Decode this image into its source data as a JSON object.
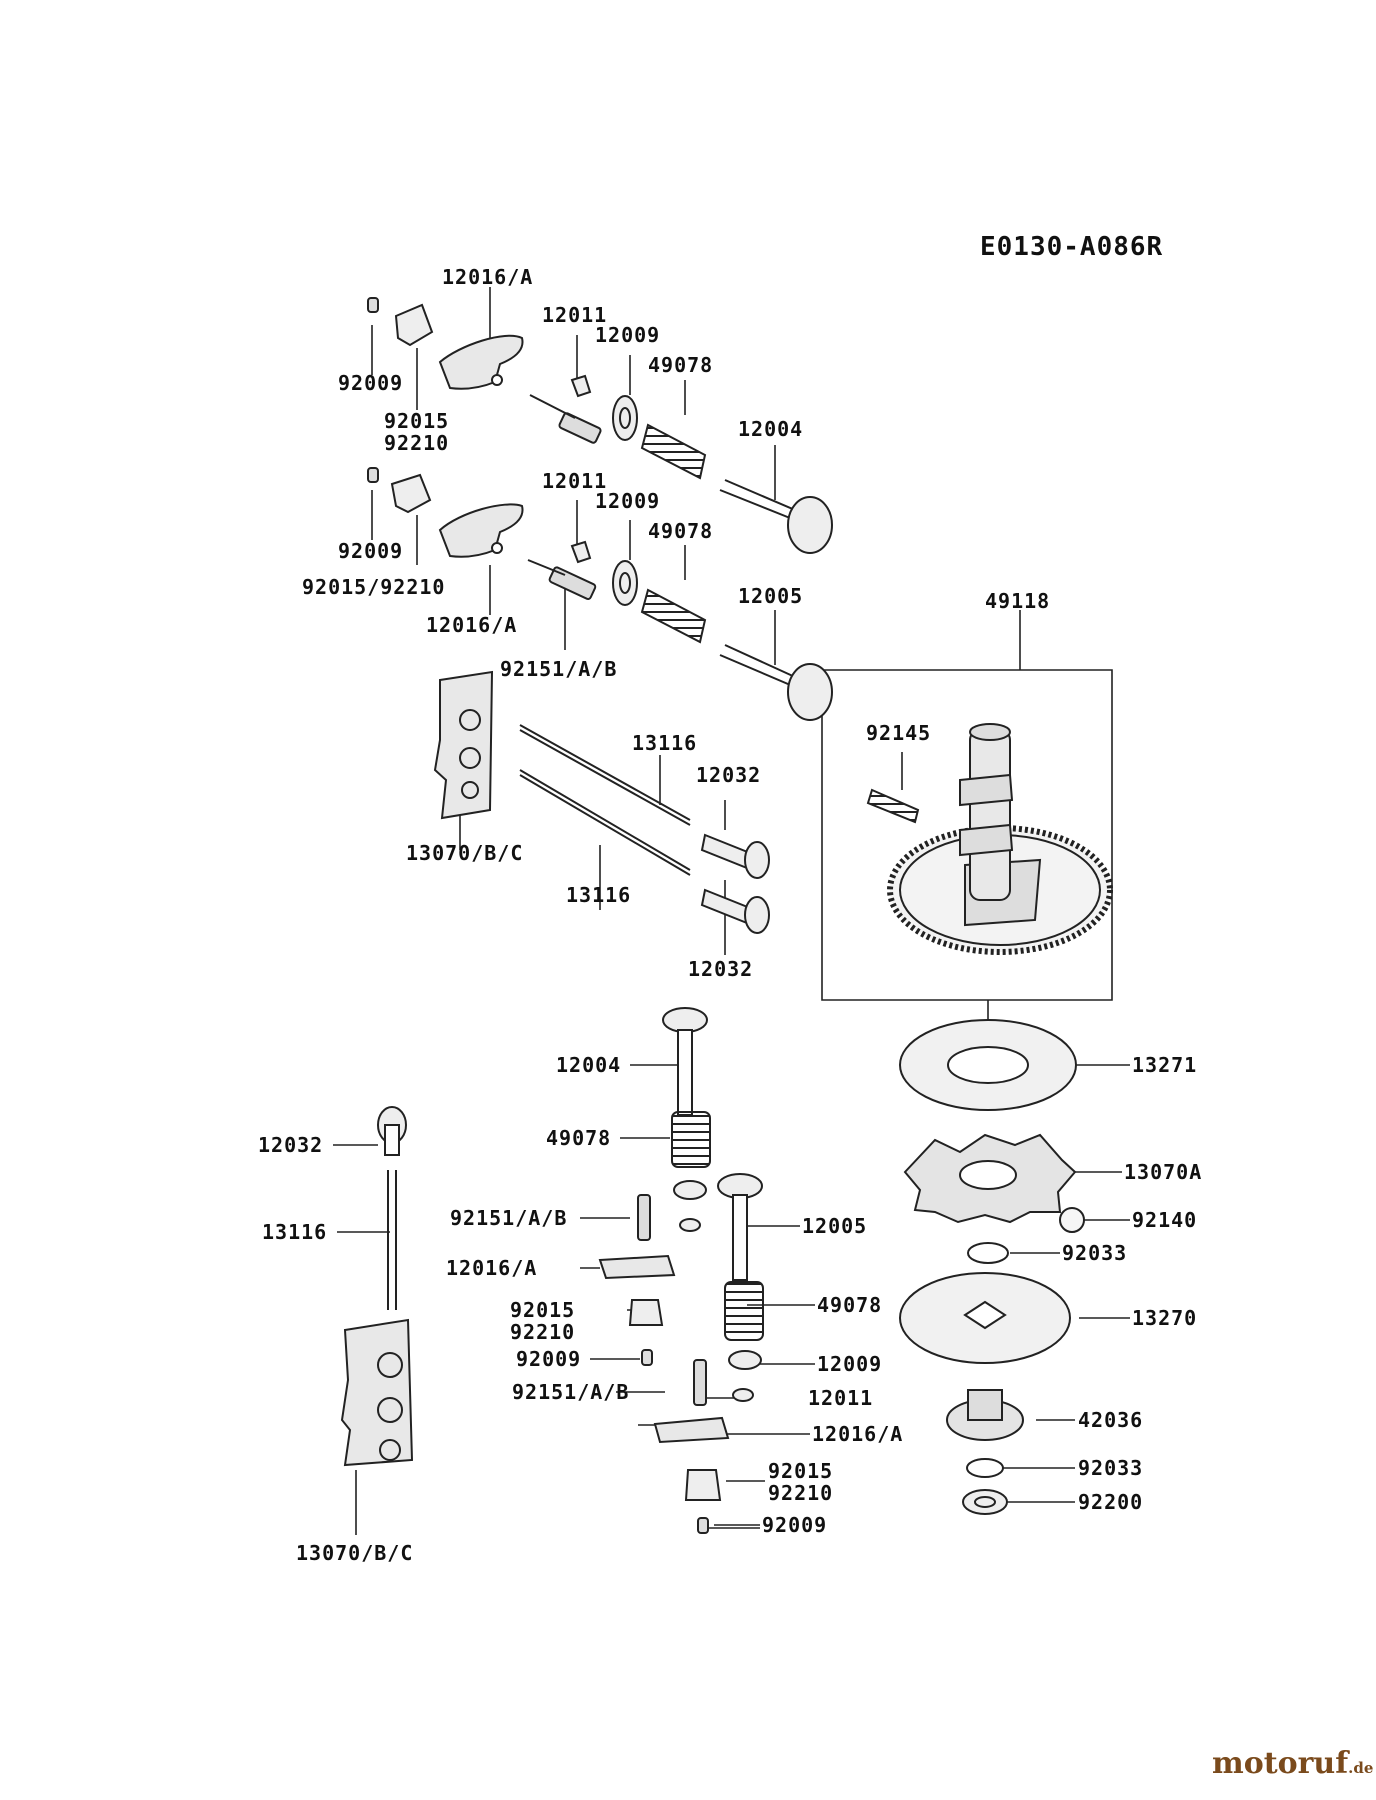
{
  "diagram_code": "E0130-A086R",
  "brand": {
    "name": "motoruf",
    "suffix": ".de"
  },
  "labels": {
    "l_12016A_1": "12016/A",
    "l_12011_1": "12011",
    "l_12009_1": "12009",
    "l_49078_1": "49078",
    "l_92009_1": "92009",
    "l_92015_1": "92015",
    "l_92210_1": "92210",
    "l_12004_1": "12004",
    "l_12011_2": "12011",
    "l_12009_2": "12009",
    "l_49078_2": "49078",
    "l_92009_2": "92009",
    "l_9201592210_1": "92015/92210",
    "l_12016A_2": "12016/A",
    "l_12005_1": "12005",
    "l_92151_1": "92151/A/B",
    "l_49118": "49118",
    "l_92145": "92145",
    "l_13116_1": "13116",
    "l_12032_1": "12032",
    "l_13070BC_1": "13070/B/C",
    "l_13116_2": "13116",
    "l_12032_2": "12032",
    "l_12004_2": "12004",
    "l_13271": "13271",
    "l_49078_3": "49078",
    "l_12032_3": "12032",
    "l_13070A": "13070A",
    "l_92151_2": "92151/A/B",
    "l_12005_2": "12005",
    "l_92140": "92140",
    "l_13116_3": "13116",
    "l_12016A_3": "12016/A",
    "l_92033_1": "92033",
    "l_92015_2": "92015",
    "l_92210_2": "92210",
    "l_49078_4": "49078",
    "l_13270": "13270",
    "l_92009_3": "92009",
    "l_12009_3": "12009",
    "l_92151_3": "92151/A/B",
    "l_12011_3": "12011",
    "l_42036": "42036",
    "l_12016A_4": "12016/A",
    "l_92015_3": "92015",
    "l_92033_2": "92033",
    "l_92210_3": "92210",
    "l_92200": "92200",
    "l_92009_4": "92009",
    "l_13070BC_2": "13070/B/C"
  }
}
